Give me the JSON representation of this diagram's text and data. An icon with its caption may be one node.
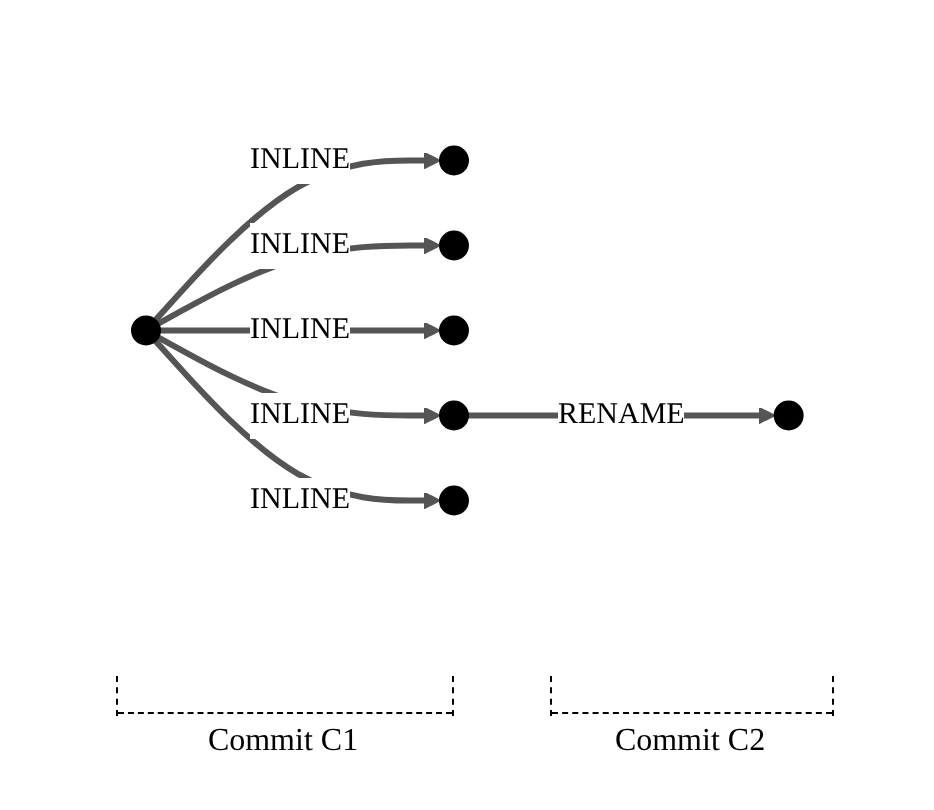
{
  "diagram": {
    "nodes": [
      {
        "text": [],
        "shape": "circle"
      },
      {
        "text": [],
        "shape": "circle"
      },
      {
        "text": [],
        "shape": "circle"
      },
      {
        "text": [],
        "shape": "circle"
      },
      {
        "text": [],
        "shape": "circle"
      },
      {
        "text": [],
        "shape": "circle"
      },
      {
        "text": [],
        "shape": "circle"
      }
    ],
    "edges": [
      {
        "from": 0,
        "to": 1,
        "arrow": "to",
        "label": "INLINE"
      },
      {
        "from": 0,
        "to": 2,
        "arrow": "to",
        "label": "INLINE"
      },
      {
        "from": 0,
        "to": 3,
        "arrow": "to",
        "label": "INLINE"
      },
      {
        "from": 0,
        "to": 4,
        "arrow": "to",
        "label": "INLINE"
      },
      {
        "from": 0,
        "to": 5,
        "arrow": "to",
        "label": "INLINE"
      },
      {
        "from": 4,
        "to": 6,
        "arrow": "to",
        "label": "RENAME"
      }
    ],
    "labels": [
      "Commit C1",
      "Commit C2"
    ]
  }
}
